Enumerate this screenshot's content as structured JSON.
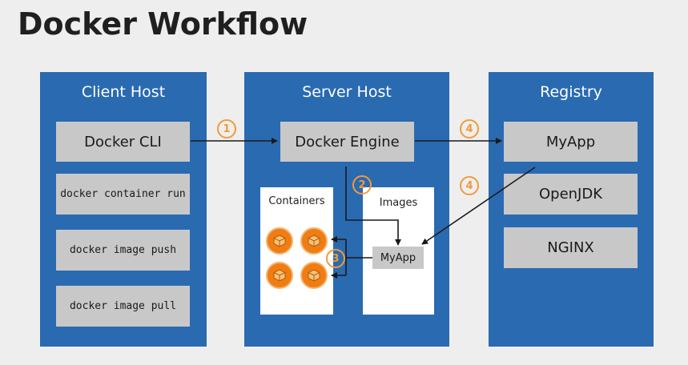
{
  "title": "Docker Workflow",
  "client": {
    "title": "Client Host",
    "cli": "Docker CLI",
    "commands": [
      "docker container run",
      "docker image push",
      "docker image pull"
    ]
  },
  "server": {
    "title": "Server Host",
    "engine": "Docker Engine",
    "containers_label": "Containers",
    "images_label": "Images",
    "image_item": "MyApp"
  },
  "registry": {
    "title": "Registry",
    "items": [
      "MyApp",
      "OpenJDK",
      "NGINX"
    ]
  },
  "steps": [
    "1",
    "2",
    "3",
    "4",
    "4"
  ],
  "icons": {
    "container": "container-box-icon"
  },
  "colors": {
    "panel": "#2a6ab1",
    "box": "#c8c8c8",
    "accent": "#f29a3a",
    "container": "#f07c14"
  }
}
